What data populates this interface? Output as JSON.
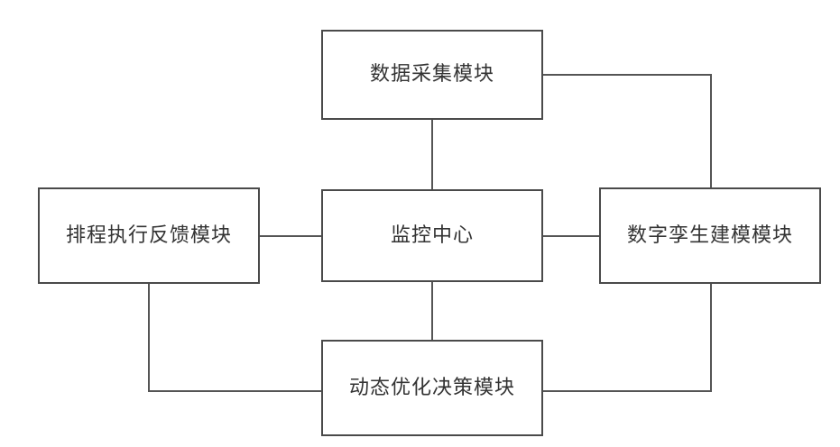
{
  "diagram": {
    "nodes": {
      "data_collection": "数据采集模块",
      "monitoring_center": "监控中心",
      "schedule_feedback": "排程执行反馈模块",
      "digital_twin": "数字孪生建模模块",
      "dynamic_optimization": "动态优化决策模块"
    }
  },
  "colors": {
    "border": "#4a4a4a",
    "line": "#555555",
    "text": "#333333",
    "background": "#ffffff"
  }
}
